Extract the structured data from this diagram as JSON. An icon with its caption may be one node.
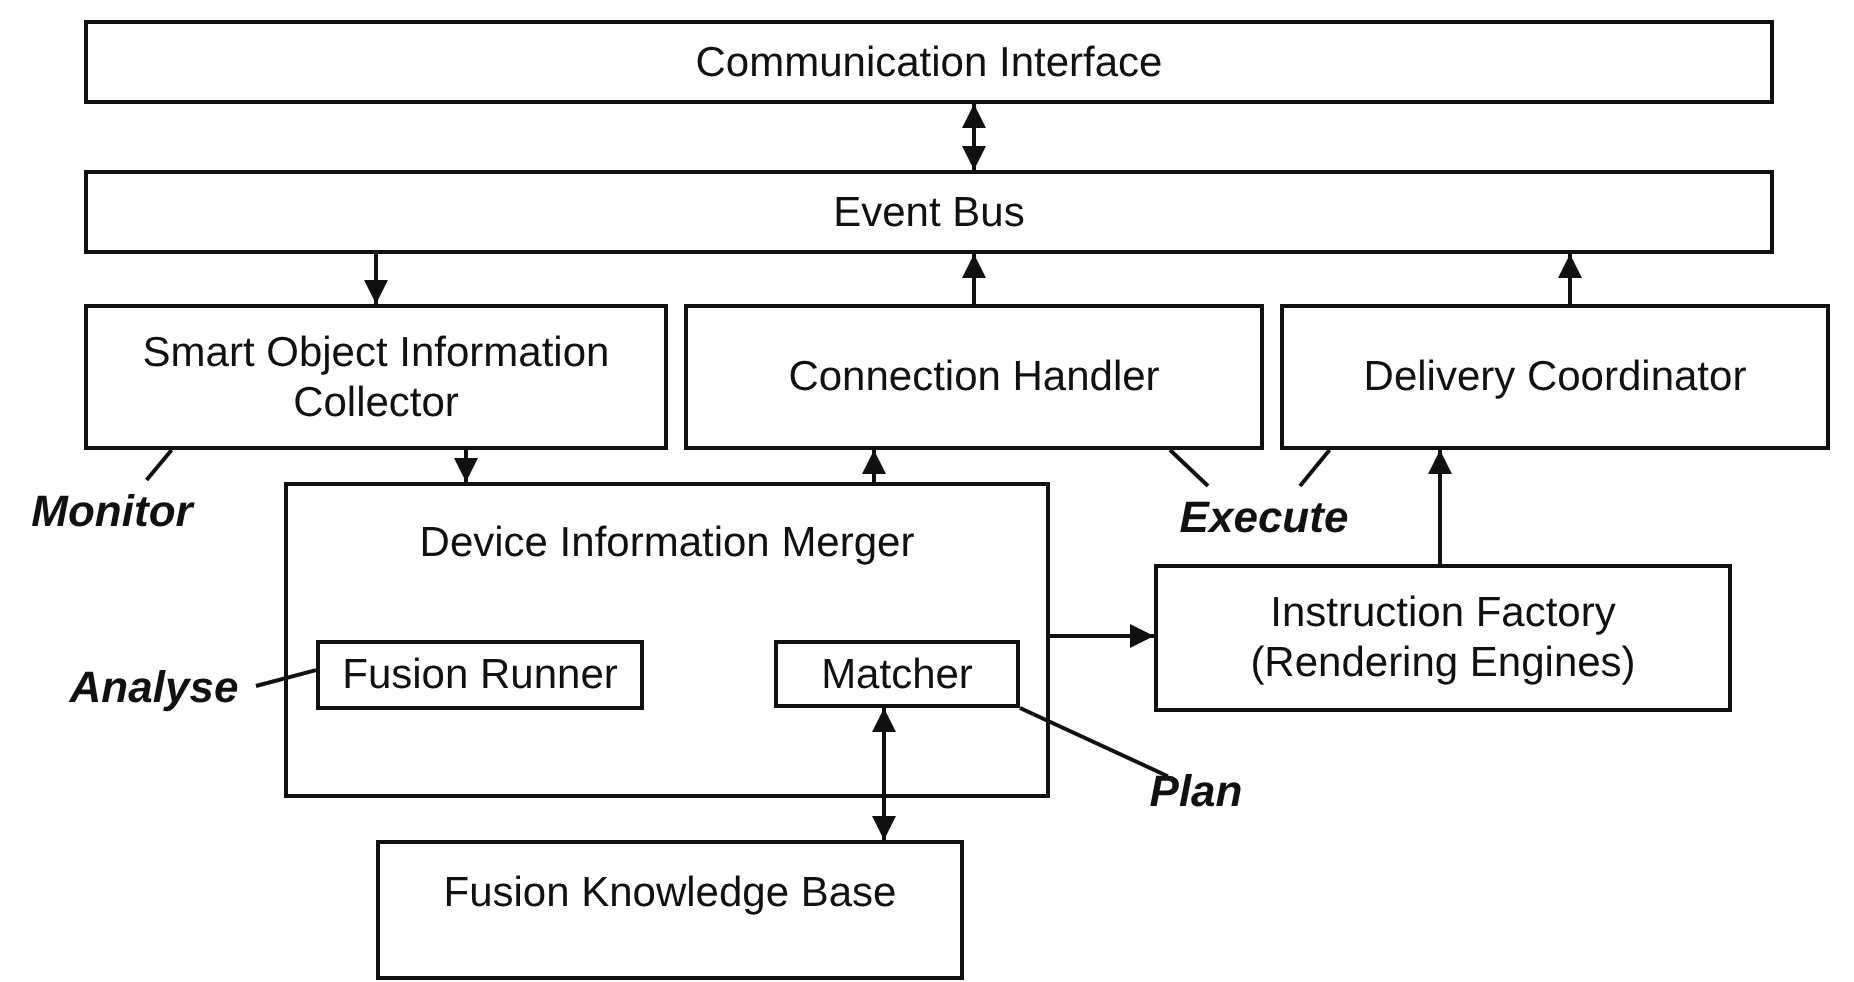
{
  "diagram": {
    "nodes": [
      {
        "text": [
          "Communication Interface"
        ]
      },
      {
        "text": [
          "Event Bus"
        ]
      },
      {
        "text": [
          "Smart Object Information Collector"
        ]
      },
      {
        "text": [
          "Connection Handler"
        ]
      },
      {
        "text": [
          "Delivery Coordinator"
        ]
      },
      {
        "text": [
          "Device Information Merger"
        ]
      },
      {
        "text": [
          "Fusion Runner"
        ],
        "in": 5
      },
      {
        "text": [
          "Matcher"
        ],
        "in": 5
      },
      {
        "text": [
          "Instruction Factory (Rendering Engines)"
        ]
      },
      {
        "text": [
          "Fusion Knowledge Base"
        ]
      },
      {
        "text": [
          "Monitor"
        ]
      },
      {
        "text": [
          "Analyse"
        ]
      },
      {
        "text": [
          "Execute"
        ]
      },
      {
        "text": [
          "Plan"
        ]
      }
    ],
    "edges": [
      {
        "from": 0,
        "to": 1,
        "arrow": "both"
      },
      {
        "from": 1,
        "to": 2,
        "arrow": "to"
      },
      {
        "from": 2,
        "to": 5,
        "arrow": "to"
      },
      {
        "from": 5,
        "to": 3,
        "arrow": "to"
      },
      {
        "from": 3,
        "to": 1,
        "arrow": "to"
      },
      {
        "from": 4,
        "to": 1,
        "arrow": "to"
      },
      {
        "from": 5,
        "to": 8,
        "arrow": "to"
      },
      {
        "from": 8,
        "to": 4,
        "arrow": "to"
      },
      {
        "from": 7,
        "to": 9,
        "arrow": "both"
      },
      {
        "from": 10,
        "to": 2,
        "arrow": "none"
      },
      {
        "from": 11,
        "to": 6,
        "arrow": "none"
      },
      {
        "from": 12,
        "to": 3,
        "arrow": "none"
      },
      {
        "from": 12,
        "to": 4,
        "arrow": "none"
      },
      {
        "from": 13,
        "to": 7,
        "arrow": "none"
      }
    ]
  }
}
